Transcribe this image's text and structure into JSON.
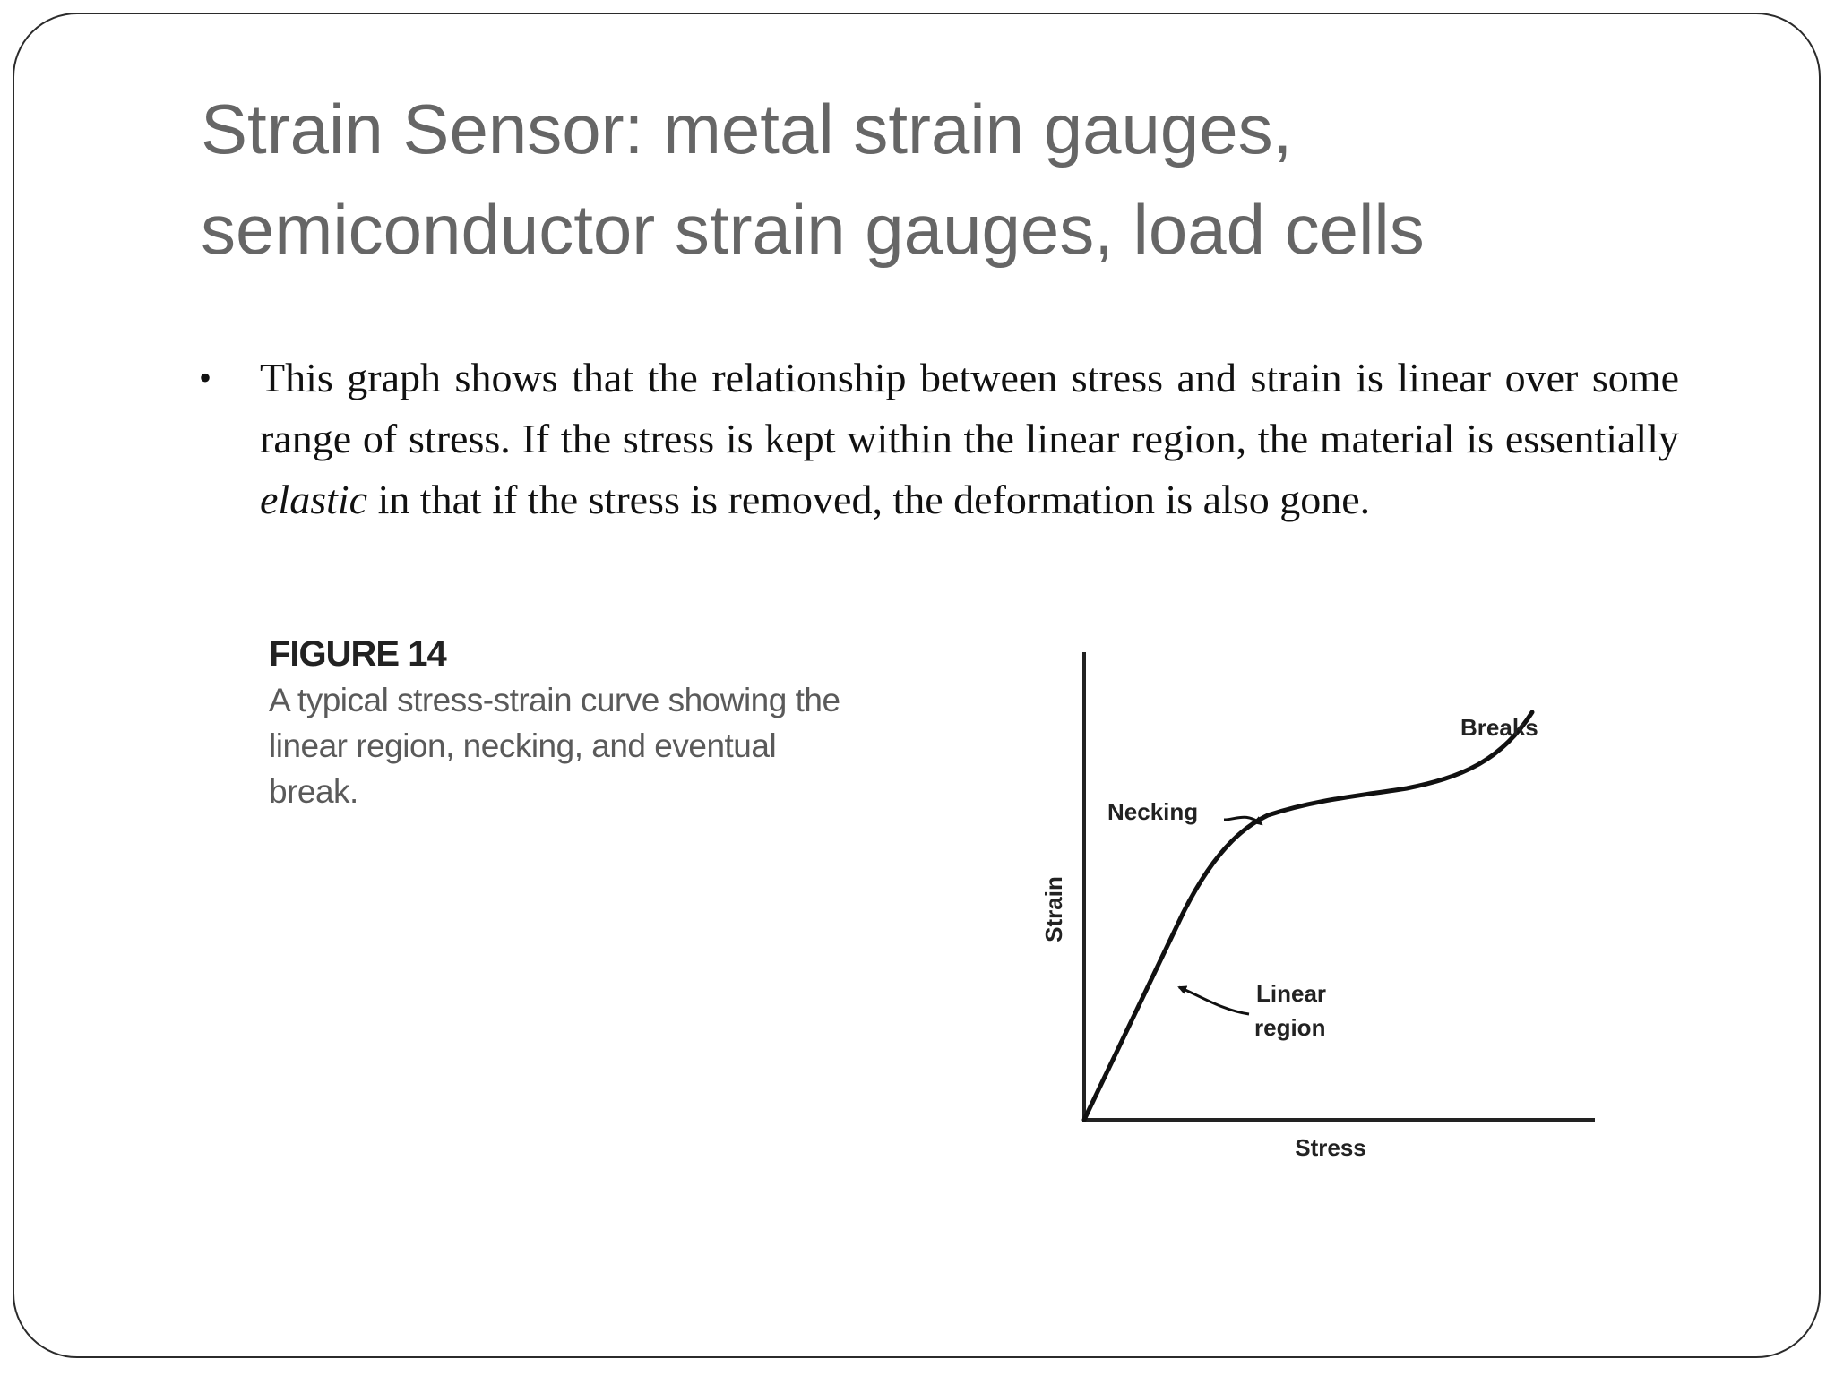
{
  "slide": {
    "title_line1": "Strain Sensor: metal strain gauges,",
    "title_line2": "semiconductor strain gauges, load cells",
    "bullet_symbol": "•",
    "bullet_text_before": "This graph shows that the relationship between stress and strain is linear over some range of stress. If the stress is kept within the linear region, the material is essentially ",
    "bullet_text_emphasis": "elastic",
    "bullet_text_after": " in that if the stress is removed, the deformation is also gone."
  },
  "figure": {
    "label": "FIGURE 14",
    "caption_line1": "A typical stress-strain curve showing the",
    "caption_line2": "linear region, necking, and eventual",
    "caption_line3": "break."
  },
  "chart_data": {
    "type": "line",
    "title": "",
    "xlabel": "Stress",
    "ylabel": "Strain",
    "annotations": {
      "breaks": "Breaks",
      "necking": "Necking",
      "linear_line1": "Linear",
      "linear_line2": "region"
    },
    "grid": false,
    "axis_color": "#222222",
    "curve_color": "#111111"
  }
}
